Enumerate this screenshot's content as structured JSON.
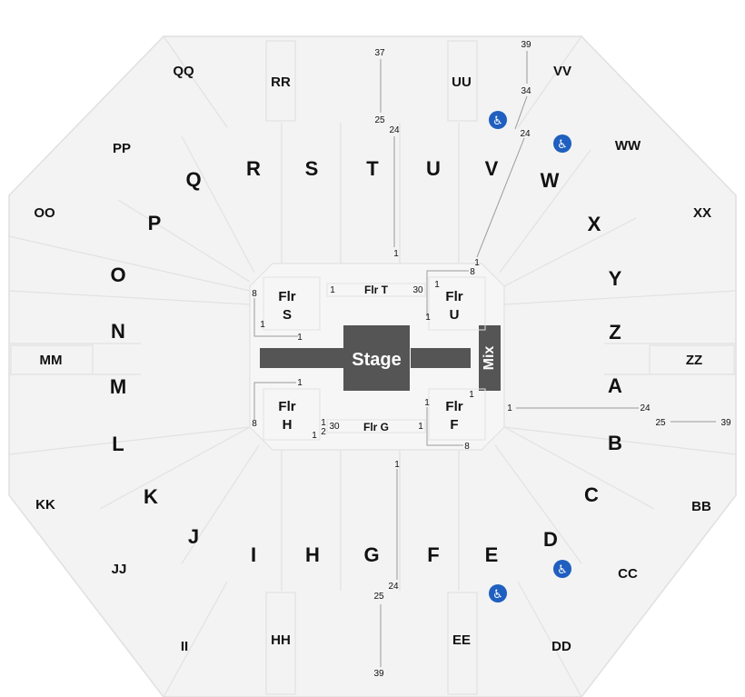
{
  "stage": {
    "label": "Stage"
  },
  "mix": {
    "label": "Mix"
  },
  "colors": {
    "background": "#f3f3f3",
    "section_lines": "#e2e2e2",
    "stage_fill": "#555555",
    "accessibility_blue": "#1f5fbf"
  },
  "sections": {
    "big": [
      "Q",
      "R",
      "S",
      "T",
      "U",
      "V",
      "W",
      "X",
      "Y",
      "Z",
      "A",
      "B",
      "C",
      "D",
      "E",
      "F",
      "G",
      "H",
      "I",
      "J",
      "K",
      "L",
      "M",
      "N",
      "O",
      "P"
    ],
    "small": [
      "QQ",
      "RR",
      "UU",
      "VV",
      "WW",
      "XX",
      "ZZ",
      "BB",
      "CC",
      "DD",
      "EE",
      "HH",
      "II",
      "JJ",
      "KK",
      "MM",
      "OO",
      "PP"
    ]
  },
  "floor": {
    "s": {
      "line1": "Flr",
      "line2": "S",
      "row_a": "8",
      "row_b": "1",
      "row_c": "1"
    },
    "u": {
      "line1": "Flr",
      "line2": "U",
      "row_a": "8",
      "row_b": "1",
      "row_c": "1"
    },
    "h": {
      "line1": "Flr",
      "line2": "H",
      "row_a": "1",
      "row_b": "8"
    },
    "f": {
      "line1": "Flr",
      "line2": "F",
      "row_a": "1",
      "row_b": "1",
      "row_c": "8"
    },
    "t": {
      "label": "Flr T",
      "seat_left": "1",
      "seat_right": "30"
    },
    "g": {
      "label": "Flr G",
      "seat_left": "30",
      "seat_right": "1",
      "row_a": "1",
      "row_b": "2",
      "row_c": "1"
    }
  },
  "row_markers": {
    "north_upper_top": "37",
    "north_upper_bottom": "25",
    "north_lower_top": "24",
    "north_lower_bottom": "1",
    "nv_top": "39",
    "nv_mid": "34",
    "nv_low": "24",
    "nv_bottom": "1",
    "south_lower_top": "1",
    "south_lower_bottom": "24",
    "south_upper_top": "25",
    "south_upper_bottom": "39",
    "east_lower_left": "1",
    "east_lower_right": "24",
    "east_upper_left": "25",
    "east_upper_right": "39"
  },
  "accessibility": {
    "icon": "wheelchair-icon",
    "glyph": "♿"
  }
}
